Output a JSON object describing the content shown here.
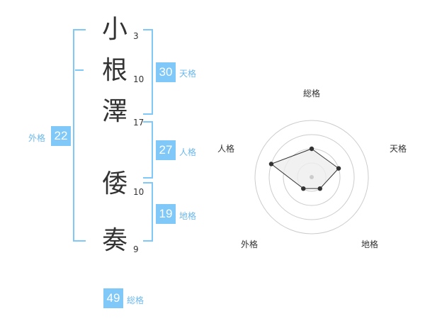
{
  "name": {
    "chars": [
      {
        "char": "小",
        "strokes": "3"
      },
      {
        "char": "根",
        "strokes": "10"
      },
      {
        "char": "澤",
        "strokes": "17"
      },
      {
        "char": "倭",
        "strokes": "10"
      },
      {
        "char": "奏",
        "strokes": "9"
      }
    ]
  },
  "fortunes": {
    "tenkaku": {
      "value": "30",
      "label": "天格"
    },
    "jinkaku": {
      "value": "27",
      "label": "人格"
    },
    "chikaku": {
      "value": "19",
      "label": "地格"
    },
    "gaikaku": {
      "value": "22",
      "label": "外格"
    },
    "soukaku": {
      "value": "49",
      "label": "総格"
    }
  },
  "radar": {
    "labels": {
      "top": "総格",
      "upper_right": "天格",
      "lower_right": "地格",
      "lower_left": "外格",
      "upper_left": "人格"
    },
    "rings": 4,
    "levels": [
      2,
      2,
      1,
      1,
      3
    ],
    "colors": {
      "ring": "#cccccc",
      "fill": "#eeeeee",
      "line": "#333333",
      "point": "#333333",
      "center": "#cccccc"
    }
  },
  "colors": {
    "accent": "#7fc8f8",
    "label": "#6db8ea",
    "text": "#333333"
  }
}
